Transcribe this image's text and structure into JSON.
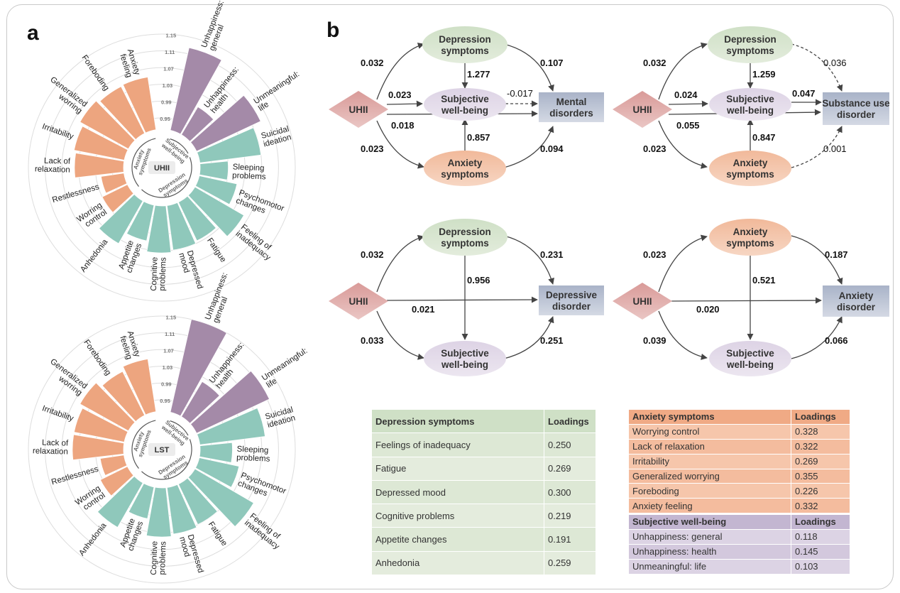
{
  "panel_labels": {
    "a": "a",
    "b": "b"
  },
  "chart_data": [
    {
      "type": "circular-bar",
      "center_label": "UHII",
      "radial_ticks": [
        "0.95",
        "0.99",
        "1.03",
        "1.07",
        "1.11",
        "1.15"
      ],
      "ylim": [
        0.95,
        1.15
      ],
      "groups": [
        {
          "name": "Anxiety symptoms",
          "color": "#eda57f"
        },
        {
          "name": "Subjective well-being",
          "color": "#a48aa8"
        },
        {
          "name": "Depression symptoms",
          "color": "#8fc8bb"
        }
      ],
      "categories": [
        "Unhappiness: general",
        "Unhappiness: health",
        "Unmeaningful: life",
        "Suicidal ideation",
        "Sleeping problems",
        "Psychomotor changes",
        "Feeling of inadequacy",
        "Fatigue",
        "Depressed mood",
        "Cognitive problems",
        "Appetite changes",
        "Anhedonia",
        "Worring control",
        "Restlessness",
        "Lack of relaxation",
        "Irritability",
        "Generalized worring",
        "Foreboding",
        "Anxiety feeling"
      ],
      "category_groups": [
        "Subjective well-being",
        "Subjective well-being",
        "Subjective well-being",
        "Depression symptoms",
        "Depression symptoms",
        "Depression symptoms",
        "Depression symptoms",
        "Depression symptoms",
        "Depression symptoms",
        "Depression symptoms",
        "Depression symptoms",
        "Depression symptoms",
        "Anxiety symptoms",
        "Anxiety symptoms",
        "Anxiety symptoms",
        "Anxiety symptoms",
        "Anxiety symptoms",
        "Anxiety symptoms",
        "Anxiety symptoms"
      ],
      "values": [
        1.125,
        1.0,
        1.092,
        1.07,
        0.99,
        1.015,
        1.058,
        1.025,
        1.03,
        1.035,
        1.01,
        1.04,
        0.99,
        0.978,
        1.04,
        1.045,
        1.055,
        1.048,
        1.05
      ]
    },
    {
      "type": "circular-bar",
      "center_label": "LST",
      "radial_ticks": [
        "0.95",
        "0.99",
        "1.03",
        "1.07",
        "1.11",
        "1.15"
      ],
      "ylim": [
        0.95,
        1.15
      ],
      "groups": [
        {
          "name": "Anxiety symptoms",
          "color": "#eda57f"
        },
        {
          "name": "Subjective well-being",
          "color": "#a48aa8"
        },
        {
          "name": "Depression symptoms",
          "color": "#8fc8bb"
        }
      ],
      "categories": [
        "Unhappiness: general",
        "Unhappiness: health",
        "Unmeaningful: life",
        "Suicidal ideation",
        "Sleeping problems",
        "Psychomotor changes",
        "Feeling of inadequacy",
        "Fatigue",
        "Depressed mood",
        "Cognitive problems",
        "Appetite changes",
        "Anhedonia",
        "Worring control",
        "Restlessness",
        "Lack of relaxation",
        "Irritability",
        "Generalized worring",
        "Foreboding",
        "Anxiety feeling"
      ],
      "category_groups": [
        "Subjective well-being",
        "Subjective well-being",
        "Subjective well-being",
        "Depression symptoms",
        "Depression symptoms",
        "Depression symptoms",
        "Depression symptoms",
        "Depression symptoms",
        "Depression symptoms",
        "Depression symptoms",
        "Depression symptoms",
        "Depression symptoms",
        "Anxiety symptoms",
        "Anxiety symptoms",
        "Anxiety symptoms",
        "Anxiety symptoms",
        "Anxiety symptoms",
        "Anxiety symptoms",
        "Anxiety symptoms"
      ],
      "values": [
        1.15,
        1.02,
        1.115,
        1.08,
        1.0,
        1.02,
        1.085,
        1.03,
        1.035,
        1.04,
        1.0,
        1.045,
        0.995,
        0.98,
        1.045,
        1.045,
        1.055,
        1.04,
        1.05
      ]
    },
    {
      "type": "path-diagram",
      "nodes": {
        "uhii": "UHII",
        "dep": "Depression symptoms",
        "swb": "Subjective well-being",
        "anx": "Anxiety symptoms",
        "out": "Mental disorders"
      },
      "paths": {
        "uhii_dep": "0.032",
        "uhii_swb": "0.023",
        "uhii_out": "0.018",
        "uhii_anx": "0.023",
        "dep_swb": "1.277",
        "anx_swb": "0.857",
        "dep_out": "0.107",
        "swb_out": "-0.017",
        "anx_out": "0.094"
      }
    },
    {
      "type": "path-diagram",
      "nodes": {
        "uhii": "UHII",
        "dep": "Depression symptoms",
        "swb": "Subjective well-being",
        "anx": "Anxiety symptoms",
        "out": "Substance use disorder"
      },
      "paths": {
        "uhii_dep": "0.032",
        "uhii_swb": "0.024",
        "uhii_out": "0.055",
        "uhii_anx": "0.023",
        "dep_swb": "1.259",
        "anx_swb": "0.847",
        "dep_out": "0.036",
        "swb_out": "0.047",
        "anx_out": "0.001"
      }
    },
    {
      "type": "path-diagram",
      "nodes": {
        "uhii": "UHII",
        "med1": "Depression symptoms",
        "med2": "Subjective well-being",
        "out": "Depressive disorder"
      },
      "paths": {
        "uhii_med1": "0.032",
        "uhii_med2": "0.033",
        "uhii_out": "0.021",
        "med1_med2": "0.956",
        "med1_out": "0.231",
        "med2_out": "0.251"
      }
    },
    {
      "type": "path-diagram",
      "nodes": {
        "uhii": "UHII",
        "med1": "Anxiety symptoms",
        "med2": "Subjective well-being",
        "out": "Anxiety disorder"
      },
      "paths": {
        "uhii_med1": "0.023",
        "uhii_med2": "0.039",
        "uhii_out": "0.020",
        "med1_med2": "0.521",
        "med1_out": "0.187",
        "med2_out": "0.066"
      }
    },
    {
      "type": "table",
      "columns": [
        "Depression symptoms",
        "Loadings"
      ],
      "rows": [
        [
          "Feelings of inadequacy",
          "0.250"
        ],
        [
          "Fatigue",
          "0.269"
        ],
        [
          "Depressed mood",
          "0.300"
        ],
        [
          "Cognitive problems",
          "0.219"
        ],
        [
          "Appetite changes",
          "0.191"
        ],
        [
          "Anhedonia",
          "0.259"
        ]
      ]
    },
    {
      "type": "table",
      "columns": [
        "Anxiety symptoms",
        "Loadings"
      ],
      "rows": [
        [
          "Worrying control",
          "0.328"
        ],
        [
          "Lack of relaxation",
          "0.322"
        ],
        [
          "Irritability",
          "0.269"
        ],
        [
          "Generalized worrying",
          "0.355"
        ],
        [
          "Foreboding",
          "0.226"
        ],
        [
          "Anxiety feeling",
          "0.332"
        ]
      ]
    },
    {
      "type": "table",
      "columns": [
        "Subjective well-being",
        "Loadings"
      ],
      "rows": [
        [
          "Unhappiness: general",
          "0.118"
        ],
        [
          "Unhappiness: health",
          "0.145"
        ],
        [
          "Unmeaningful: life",
          "0.103"
        ]
      ]
    }
  ]
}
